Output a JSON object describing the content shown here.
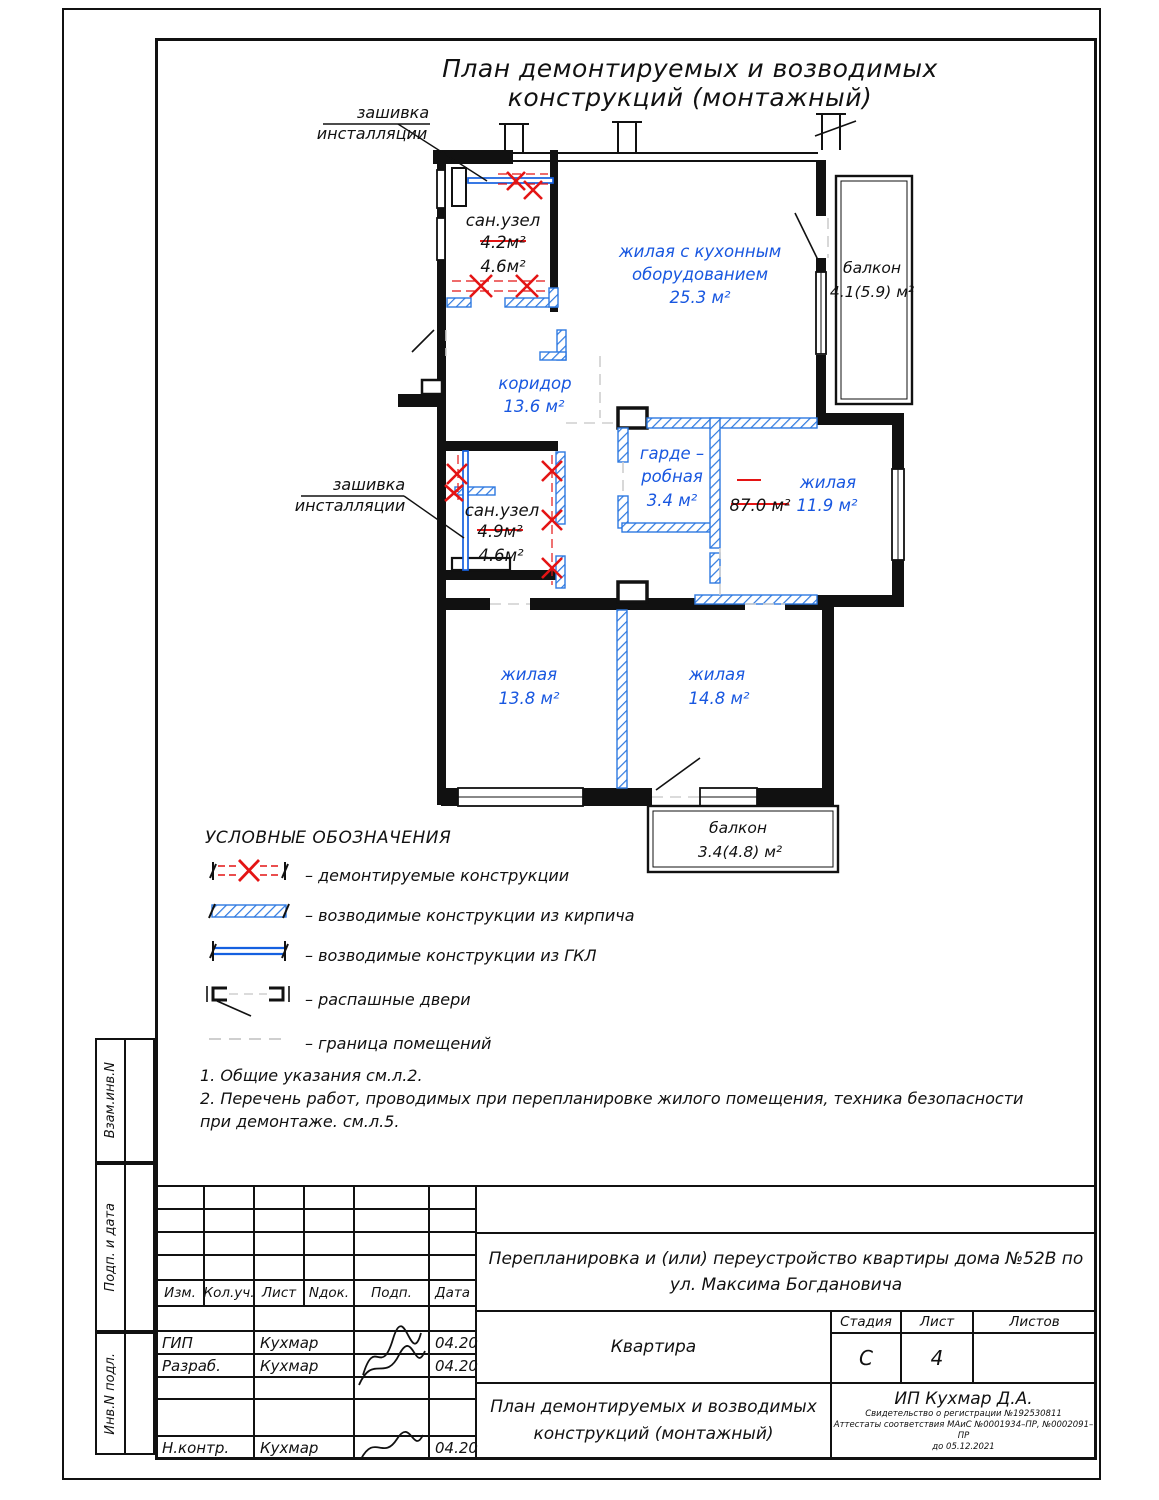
{
  "title": "План демонтируемых и возводимых конструкций (монтажный)",
  "colors": {
    "label_blue": "#1857e0",
    "new_wall_blue": "#2e79e0",
    "demolition_red": "#e41414",
    "boundary_gray": "#cfcfcf"
  },
  "plan": {
    "callout_top": {
      "l1": "зашивка",
      "l2": "инсталляции"
    },
    "callout_mid": {
      "l1": "зашивка",
      "l2": "инсталляции"
    },
    "rooms": {
      "san_top": {
        "name": "сан.узел",
        "old": "4.2м²",
        "new": "4.6м²"
      },
      "living_kitchen": {
        "l1": "жилая с кухонным",
        "l2": "оборудованием",
        "area": "25.3 м²"
      },
      "balcony_top": {
        "name": "балкон",
        "area": "4.1(5.9) м²"
      },
      "corridor": {
        "name": "коридор",
        "area": "13.6 м²"
      },
      "wardrobe": {
        "l1": "гарде –",
        "l2": "робная",
        "area": "3.4 м²"
      },
      "living_right": {
        "name": "жилая",
        "area": "11.9 м²"
      },
      "total_old_area": "87.0 м²",
      "san_bottom": {
        "name": "сан.узел",
        "old": "4.9м²",
        "new": "4.6м²"
      },
      "living_bottom_left": {
        "name": "жилая",
        "area": "13.8 м²"
      },
      "living_bottom_right": {
        "name": "жилая",
        "area": "14.8 м²"
      },
      "balcony_bottom": {
        "name": "балкон",
        "area": "3.4(4.8) м²"
      }
    }
  },
  "legend": {
    "title": "УСЛОВНЫЕ ОБОЗНАЧЕНИЯ",
    "items": [
      {
        "label": "–  демонтируемые конструкции"
      },
      {
        "label": "–  возводимые конструкции из кирпича"
      },
      {
        "label": "–  возводимые конструкции из ГКЛ"
      },
      {
        "label": "–  распашные двери"
      },
      {
        "label": "–  граница помещений"
      }
    ]
  },
  "notes": {
    "n1": "1. Общие указания см.л.2.",
    "n2": "2. Перечень работ, проводимых при перепланировке жилого помещения, техника безопасности",
    "n3": "при демонтаже. см.л.5."
  },
  "sidebar": {
    "box1": "Взам.инв.N",
    "box2": "Подп. и дата",
    "box3": "Инв.N подл."
  },
  "titleblock": {
    "cols": {
      "c1": "Изм.",
      "c2": "Кол.уч.",
      "c3": "Лист",
      "c4": "Nдок.",
      "c5": "Подп.",
      "c6": "Дата"
    },
    "rows": {
      "r1": {
        "role": "ГИП",
        "name": "Кухмар",
        "date": "04.20"
      },
      "r2": {
        "role": "Разраб.",
        "name": "Кухмар",
        "date": "04.20"
      },
      "r3": {
        "role": "Н.контр.",
        "name": "Кухмар",
        "date": "04.20"
      }
    },
    "project_l1": "Перепланировка и (или) переустройство квартиры  дома №52В по",
    "project_l2": "ул. Максима Богдановича",
    "object": "Квартира",
    "stage_label": "Стадия",
    "sheet_label": "Лист",
    "sheets_label": "Листов",
    "stage": "С",
    "sheet": "4",
    "sheets": "",
    "doc_l1": "План демонтируемых и возводимых",
    "doc_l2": "конструкций (монтажный)",
    "company": "ИП Кухмар Д.А.",
    "cert1": "Свидетельство о регистрации №192530811",
    "cert2": "Аттестаты соответствия МАиС №0001934–ПР, №0002091–ПР",
    "cert3": "до 05.12.2021"
  }
}
